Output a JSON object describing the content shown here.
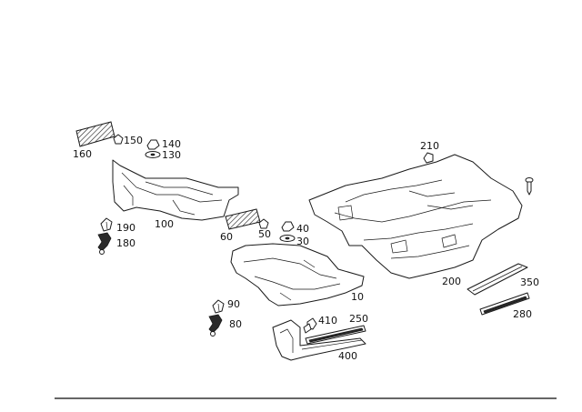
{
  "labels": {
    "p10": "10",
    "p30": "30",
    "p40": "40",
    "p50": "50",
    "p60": "60",
    "p80": "80",
    "p90": "90",
    "p100": "100",
    "p130": "130",
    "p140": "140",
    "p150": "150",
    "p160": "160",
    "p180": "180",
    "p190": "190",
    "p200": "200",
    "p210": "210",
    "p250": "250",
    "p280": "280",
    "p350": "350",
    "p400": "400",
    "p410": "410"
  },
  "colors": {
    "line": "#1a1a1a",
    "background": "#ffffff"
  }
}
